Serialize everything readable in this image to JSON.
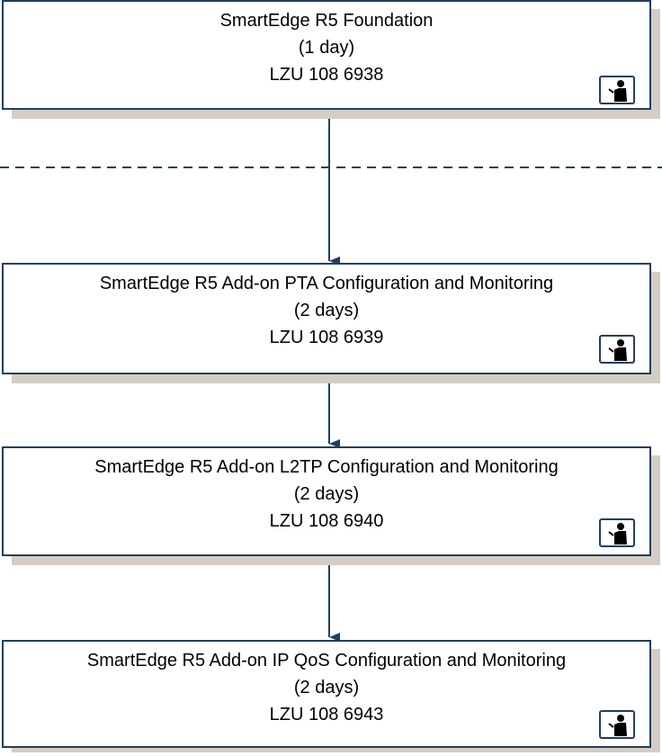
{
  "courses": [
    {
      "title": "SmartEdge R5 Foundation",
      "duration": "(1 day)",
      "code": "LZU 108 6938",
      "icon": "instructor-led-icon"
    },
    {
      "title": "SmartEdge R5 Add-on PTA Configuration and Monitoring",
      "duration": "(2 days)",
      "code": "LZU 108 6939",
      "icon": "instructor-led-icon"
    },
    {
      "title": "SmartEdge R5 Add-on L2TP Configuration and Monitoring",
      "duration": "(2 days)",
      "code": "LZU 108 6940",
      "icon": "instructor-led-icon"
    },
    {
      "title": "SmartEdge R5 Add-on IP QoS Configuration and Monitoring",
      "duration": "(2 days)",
      "code": "LZU 108 6943",
      "icon": "instructor-led-icon"
    }
  ],
  "colors": {
    "border": "#1f3f5f",
    "shadow": "#d4cdc3",
    "connector": "#1f3f5f"
  }
}
